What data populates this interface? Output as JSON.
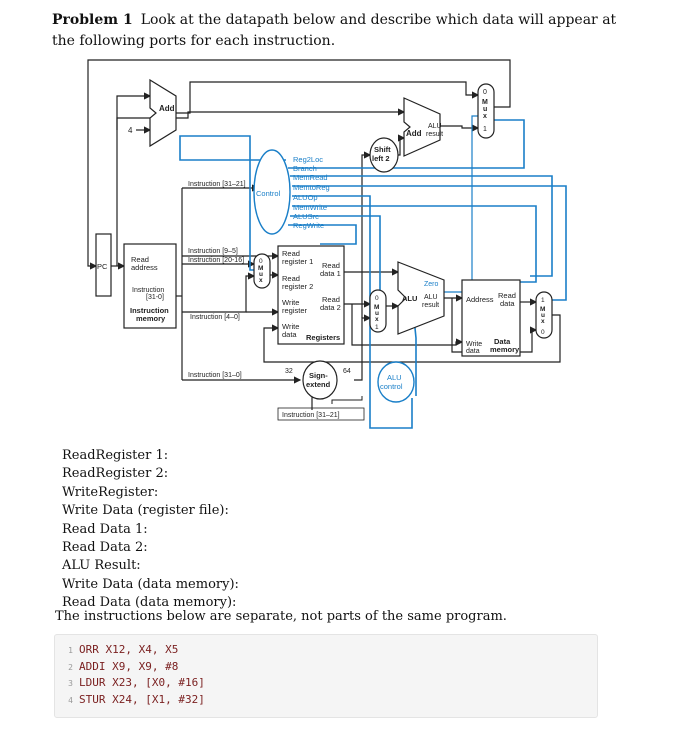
{
  "problem": {
    "number": "Problem 1",
    "statement": "Look at the datapath below and describe which data will appear at the following ports for each instruction."
  },
  "diagram": {
    "pc": "PC",
    "instruction_memory": [
      "Read",
      "address",
      "Instruction",
      "[31-0]",
      "Instruction",
      "memory"
    ],
    "add_pc": "Add",
    "four": "4",
    "add_branch": [
      "Add",
      "ALU",
      "result"
    ],
    "shift": [
      "Shift",
      "left 2"
    ],
    "control": "Control",
    "control_signals": [
      "Reg2Loc",
      "Branch",
      "MemRead",
      "MemtoReg",
      "ALUOp",
      "MemWrite",
      "ALUSrc",
      "RegWrite"
    ],
    "instr_fields": {
      "i31_21": "Instruction [31–21]",
      "i9_5": "Instruction [9–5]",
      "i20_16": "Instruction [20-16]",
      "i4_0": "Instruction [4–0]",
      "i31_0": "Instruction [31–0]",
      "i31_21_b": "Instruction [31–21]"
    },
    "registers": [
      "Read",
      "register 1",
      "Read",
      "register 2",
      "Write",
      "register",
      "Write",
      "data",
      "Read",
      "data 1",
      "Read",
      "data 2",
      "Registers"
    ],
    "sign_extend": [
      "Sign-",
      "extend"
    ],
    "bits_32": "32",
    "bits_64": "64",
    "alu": [
      "Zero",
      "ALU",
      "ALU",
      "result"
    ],
    "alu_control": [
      "ALU",
      "control"
    ],
    "data_memory": [
      "Address",
      "Read",
      "data",
      "Write",
      "data",
      "Data",
      "memory"
    ],
    "mux_letters": [
      "M",
      "u",
      "x"
    ],
    "mux_inputs": [
      "0",
      "1"
    ]
  },
  "ports": [
    "ReadRegister 1:",
    "ReadRegister 2:",
    "WriteRegister:",
    "Write Data (register file):",
    "Read Data 1:",
    "Read Data 2:",
    "ALU Result:",
    "Write Data (data memory):",
    "Read Data (data memory):"
  ],
  "note": "The instructions below are separate, not parts of the same program.",
  "code": [
    {
      "line": "1",
      "text": "ORR X12, X4, X5"
    },
    {
      "line": "2",
      "text": "ADDI X9, X9, #8"
    },
    {
      "line": "3",
      "text": "LDUR X23, [X0, #16]"
    },
    {
      "line": "4",
      "text": "STUR X24, [X1, #32]"
    }
  ],
  "colors": {
    "control_lines": "#1a7fc8",
    "datapath_lines": "#222222"
  }
}
